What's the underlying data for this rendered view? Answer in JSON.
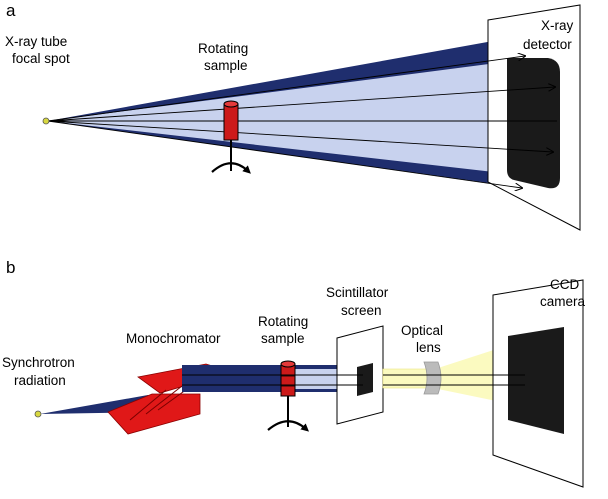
{
  "panel_a": {
    "letter": "a",
    "source_label": [
      "X-ray tube",
      "focal spot"
    ],
    "sample_label": [
      "Rotating",
      "sample"
    ],
    "detector_label": [
      "X-ray",
      "detector"
    ]
  },
  "panel_b": {
    "letter": "b",
    "source_label": [
      "Synchrotron",
      "radiation"
    ],
    "mono_label": "Monochromator",
    "sample_label": [
      "Rotating",
      "sample"
    ],
    "scint_label": [
      "Scintillator",
      "screen"
    ],
    "lens_label": [
      "Optical",
      "lens"
    ],
    "camera_label": [
      "CCD",
      "camera"
    ]
  },
  "colors": {
    "beam_dark": "#1f2e6e",
    "beam_light": "#c8d2ee",
    "sample_red": "#cc1a1a",
    "crystal_red": "#e01818",
    "light_yellow": "#fbfac0",
    "lens_gray": "#bbbbbb",
    "detector_black": "#1a1a1a",
    "source_dot": "#d8d840"
  }
}
